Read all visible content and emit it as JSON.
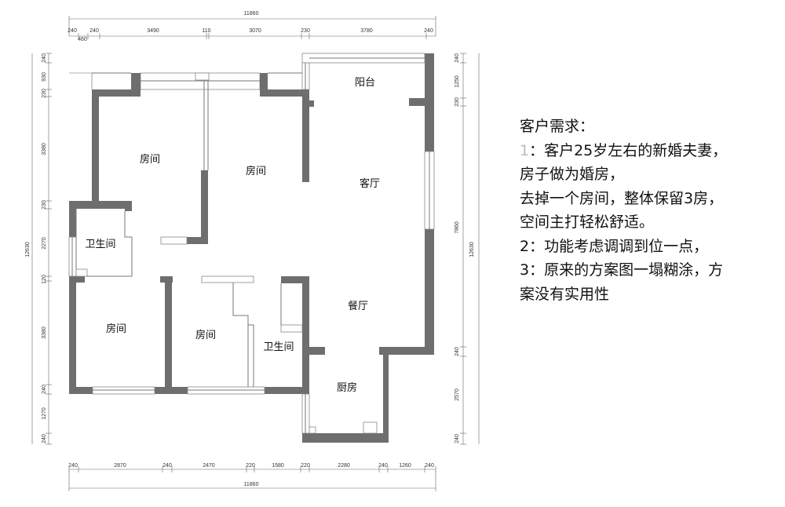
{
  "dimensions": {
    "top_total": "11860",
    "top_segments": [
      "240",
      "240",
      "460",
      "3490",
      "110",
      "3070",
      "230",
      "3780",
      "240"
    ],
    "bottom_total": "11860",
    "bottom_segments": [
      "240",
      "2870",
      "240",
      "2470",
      "220",
      "1580",
      "220",
      "2280",
      "240",
      "1260",
      "240"
    ],
    "left_total": "12630",
    "left_segments": [
      "240",
      "930",
      "230",
      "3380",
      "230",
      "2270",
      "120",
      "3380",
      "240",
      "1270",
      "240"
    ],
    "right_total": "12630",
    "right_segments": [
      "240",
      "1250",
      "230",
      "7860",
      "240",
      "2570",
      "240"
    ]
  },
  "rooms": {
    "balcony": "阳台",
    "room_a": "房间",
    "room_b": "房间",
    "living": "客厅",
    "bath_1": "卫生间",
    "dining": "餐厅",
    "room_c": "房间",
    "room_d": "房间",
    "bath_2": "卫生间",
    "kitchen": "厨房"
  },
  "notes": {
    "title": "客户需求：",
    "line1_num": "1",
    "line1_rest": "：客户25岁左右的新婚夫妻，",
    "line2": "房子做为婚房，",
    "line3": "去掉一个房间，整体保留3房，",
    "line4": "空间主打轻松舒适。",
    "line5": "2：功能考虑调调到位一点，",
    "line6": "3：原来的方案图一塌糊涂，方",
    "line7": "案没有实用性"
  },
  "colors": {
    "wall": "#6e6e6e",
    "line": "#777777"
  }
}
